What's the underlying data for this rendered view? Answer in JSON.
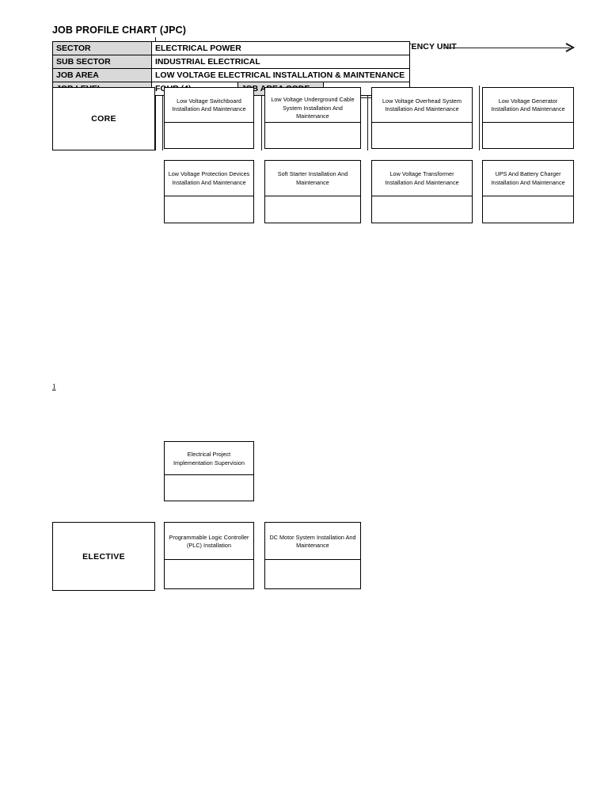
{
  "document": {
    "title": "JOB PROFILE CHART (JPC)",
    "page_number": "1"
  },
  "info_table": {
    "rows": [
      {
        "label": "SECTOR",
        "value": "ELECTRICAL  POWER"
      },
      {
        "label": "SUB SECTOR",
        "value": "INDUSTRIAL ELECTRICAL"
      },
      {
        "label": "JOB AREA",
        "value": "LOW VOLTAGE ELECTRICAL INSTALLATION & MAINTENANCE"
      }
    ],
    "job_level_row": {
      "label": "JOB LEVEL",
      "value": "FOUR  (4)",
      "code_label": "JOB AREA CODE",
      "code_value": ""
    }
  },
  "competency_header": {
    "label": "COMPETENCY UNIT",
    "arrow_icon": "right-arrow-icon"
  },
  "categories": {
    "core": "CORE",
    "elective": "ELECTIVE"
  },
  "competency_units": {
    "core_row1": [
      {
        "title": "Low Voltage Switchboard Installation And Maintenance",
        "code": ""
      },
      {
        "title": "Low Voltage Underground Cable System Installation And Maintenance",
        "code": ""
      },
      {
        "title": "Low Voltage Overhead System Installation And Maintenance",
        "code": ""
      },
      {
        "title": "Low Voltage Generator Installation And Maintenance",
        "code": ""
      }
    ],
    "core_row2": [
      {
        "title": "Low Voltage Protection Devices Installation And Maintenance",
        "code": ""
      },
      {
        "title": "Soft Starter Installation And Maintenance",
        "code": ""
      },
      {
        "title": "Low Voltage Transformer Installation And Maintenance",
        "code": ""
      },
      {
        "title": "UPS And Battery Charger Installation And Maintenance",
        "code": ""
      }
    ],
    "mid_row": [
      {
        "title": "Electrical Project Implementation Supervision",
        "code": ""
      }
    ],
    "elective_row": [
      {
        "title": "Programmable Logic Controller (PLC) Installation",
        "code": ""
      },
      {
        "title": "DC Motor System Installation And Maintenance",
        "code": ""
      }
    ]
  },
  "colors": {
    "label_shade": "#d9d9d9",
    "border": "#000000",
    "text": "#000000"
  }
}
